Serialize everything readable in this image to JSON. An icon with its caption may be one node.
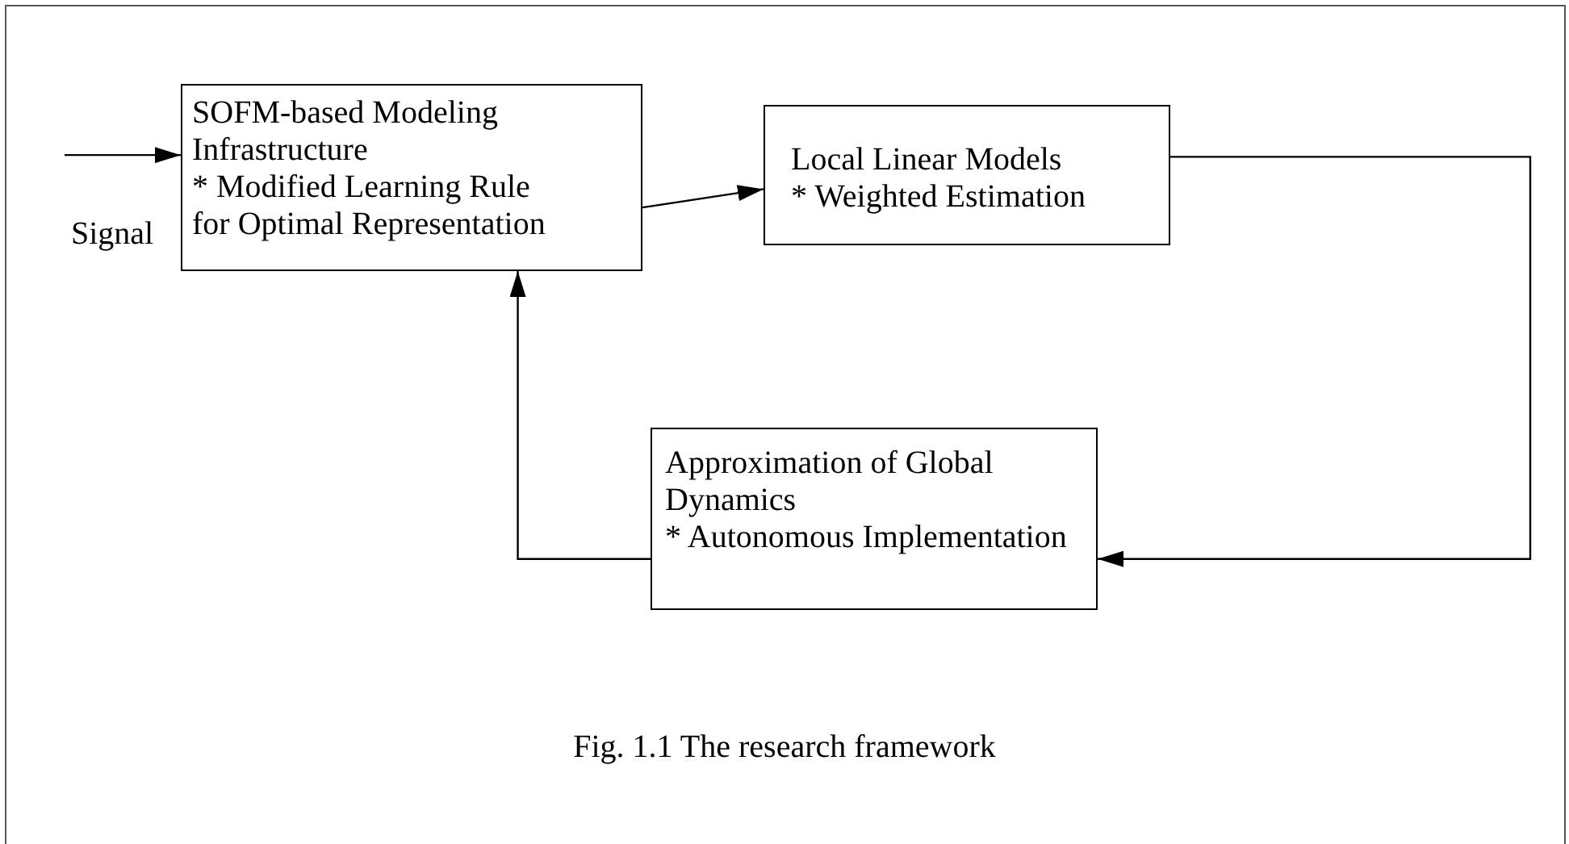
{
  "diagram": {
    "caption": "Fig. 1.1 The research framework",
    "nodes": [
      {
        "text": [
          "SOFM-based Modeling Infrastructure",
          "* Modified Learning Rule for Optimal Representation"
        ]
      },
      {
        "text": [
          "Local Linear Models",
          "* Weighted Estimation"
        ]
      },
      {
        "text": [
          "Approximation of Global Dynamics",
          "* Autonomous Implementation"
        ]
      }
    ],
    "edges": [
      {
        "from": null,
        "to": 0,
        "arrow": "to",
        "label": "Signal"
      },
      {
        "from": 0,
        "to": 1,
        "arrow": "to"
      },
      {
        "from": 1,
        "to": 2,
        "arrow": "to"
      },
      {
        "from": 2,
        "to": 0,
        "arrow": "to"
      }
    ]
  }
}
